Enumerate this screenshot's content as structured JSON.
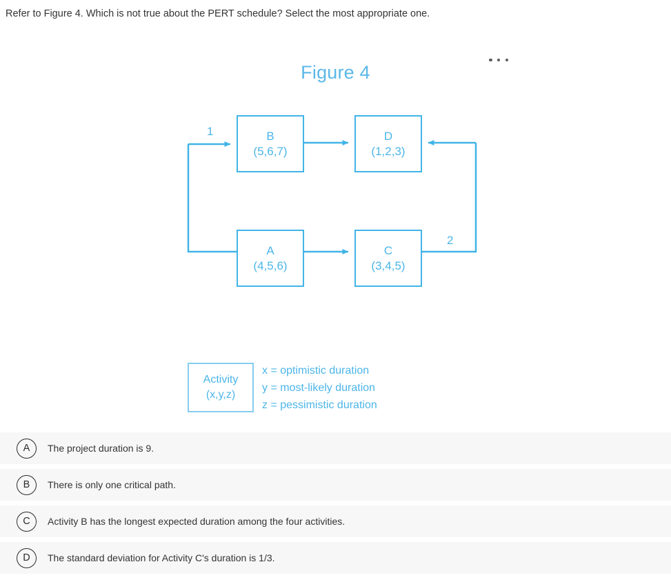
{
  "question": {
    "prompt": "Refer to Figure 4. Which is not true about the PERT schedule? Select the most appropriate one."
  },
  "figure": {
    "title": "Figure 4",
    "overflow_menu_icon": "ellipsis-icon",
    "accent_color": "#41b4e6",
    "text_color": "#4cb5e8",
    "nodes": [
      {
        "id": "B",
        "name": "B",
        "duration": "(5,6,7)"
      },
      {
        "id": "D",
        "name": "D",
        "duration": "(1,2,3)"
      },
      {
        "id": "A",
        "name": "A",
        "duration": "(4,5,6)"
      },
      {
        "id": "C",
        "name": "C",
        "duration": "(3,4,5)"
      }
    ],
    "edge_labels": [
      {
        "id": "left",
        "label": "1"
      },
      {
        "id": "right",
        "label": "2"
      }
    ],
    "legend": {
      "box_title": "Activity",
      "box_subtitle": "(x,y,z)",
      "lines": [
        "x = optimistic duration",
        "y = most-likely duration",
        "z = pessimistic duration"
      ]
    }
  },
  "options": [
    {
      "letter": "A",
      "text": "The project duration is 9."
    },
    {
      "letter": "B",
      "text": "There is only one critical path."
    },
    {
      "letter": "C",
      "text": "Activity B has the longest expected duration among the four activities."
    },
    {
      "letter": "D",
      "text": "The standard deviation for Activity C's duration is 1/3."
    }
  ]
}
